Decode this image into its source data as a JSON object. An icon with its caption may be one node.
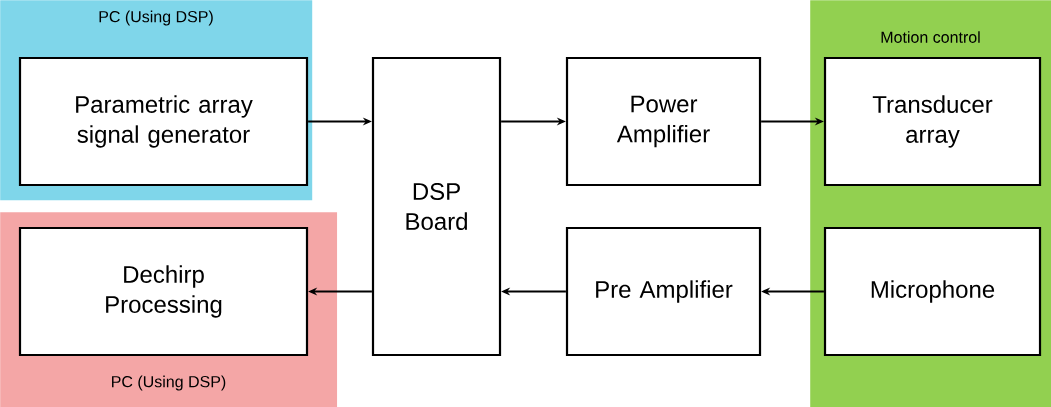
{
  "diagram": {
    "nodes": [
      {
        "text": [
          "PC (Using DSP)"
        ]
      },
      {
        "text": [
          "Parametric array signal generator"
        ],
        "in": 0
      },
      {
        "text": [
          "DSP Board"
        ]
      },
      {
        "text": [
          "Power Amplifier"
        ]
      },
      {
        "text": [
          "Motion control"
        ]
      },
      {
        "text": [
          "Transducer array"
        ],
        "in": 4
      },
      {
        "text": [
          "Microphone"
        ],
        "in": 4
      },
      {
        "text": [
          "PC (Using DSP)"
        ]
      },
      {
        "text": [
          "Dechirp Processing"
        ],
        "in": 7
      },
      {
        "text": [
          "Pre Amplifier"
        ]
      }
    ],
    "edges": [
      {
        "from": 1,
        "to": 2,
        "arrow": "to"
      },
      {
        "from": 2,
        "to": 3,
        "arrow": "to"
      },
      {
        "from": 3,
        "to": 5,
        "arrow": "to"
      },
      {
        "from": 6,
        "to": 9,
        "arrow": "to"
      },
      {
        "from": 9,
        "to": 2,
        "arrow": "to"
      },
      {
        "from": 2,
        "to": 8,
        "arrow": "to"
      }
    ]
  }
}
